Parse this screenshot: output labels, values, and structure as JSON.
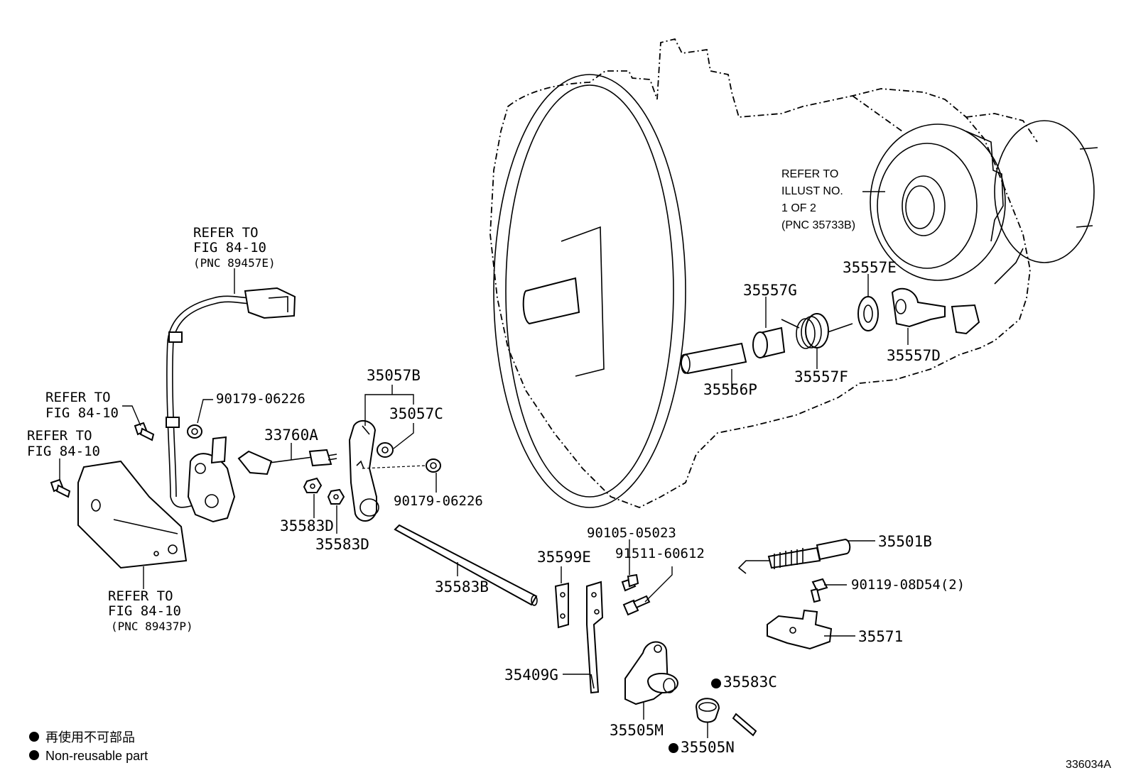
{
  "refs": {
    "wire_harness": [
      "REFER TO",
      "FIG 84-10",
      "(PNC 89457E)"
    ],
    "bolt_top": [
      "REFER TO",
      "FIG 84-10"
    ],
    "bolt_left": [
      "REFER TO",
      "FIG 84-10"
    ],
    "bracket": [
      "REFER TO",
      "FIG 84-10",
      "(PNC 89437P)"
    ],
    "transmission": [
      "REFER TO",
      "ILLUST NO.",
      "1 OF 2",
      "(PNC 35733B)"
    ]
  },
  "parts": {
    "p90179_06226_a": "90179-06226",
    "p33760A": "33760A",
    "p35583D_1": "35583D",
    "p35583D_2": "35583D",
    "p35057B": "35057B",
    "p35057C": "35057C",
    "p90179_06226_b": "90179-06226",
    "p35583B": "35583B",
    "p35599E": "35599E",
    "p35409G": "35409G",
    "p90105_05023": "90105-05023",
    "p91511_60612": "91511-60612",
    "p35505M": "35505M",
    "p35505N": "35505N",
    "p35583C": "35583C",
    "p35501B": "35501B",
    "p90119_08D54": "90119-08D54(2)",
    "p35571": "35571",
    "p35556P": "35556P",
    "p35557G": "35557G",
    "p35557F": "35557F",
    "p35557E": "35557E",
    "p35557D": "35557D"
  },
  "legend": {
    "jp": "再使用不可部品",
    "en": "Non-reusable part"
  },
  "illustration_id": "336034A"
}
